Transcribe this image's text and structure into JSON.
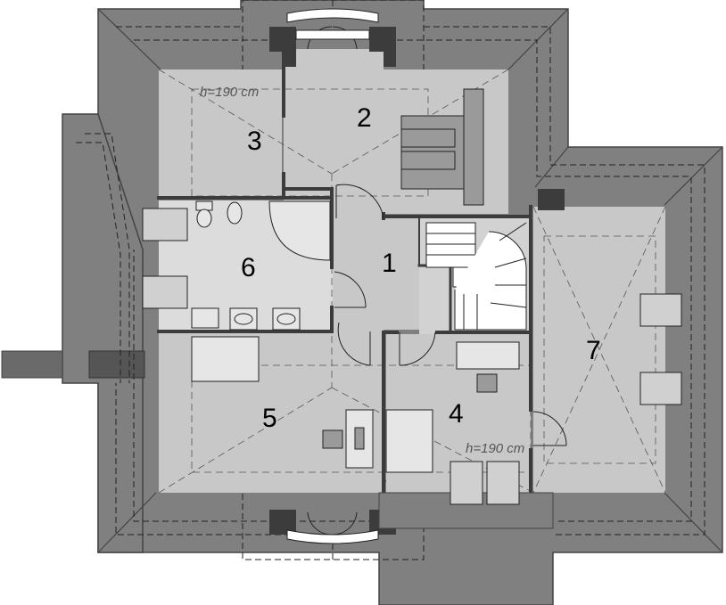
{
  "rooms": [
    {
      "number": "1"
    },
    {
      "number": "2"
    },
    {
      "number": "3"
    },
    {
      "number": "4"
    },
    {
      "number": "5"
    },
    {
      "number": "6"
    },
    {
      "number": "7"
    }
  ],
  "height_labels": [
    "h=190 cm",
    "h=190 cm"
  ],
  "colors": {
    "roof": "#808080",
    "roof_edge": "#444444",
    "room": "#c8c8c8",
    "bathroom": "#dcdcdc",
    "wall": "#3c3c3c",
    "dashed": "#222222"
  }
}
